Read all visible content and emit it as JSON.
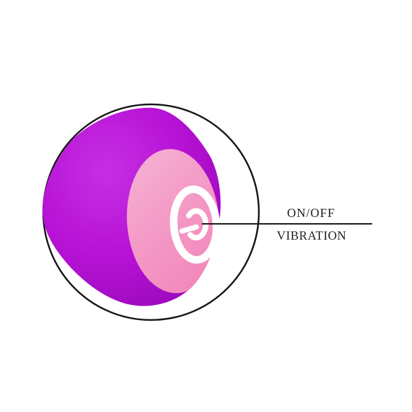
{
  "annotation": {
    "on_off_label": "ON/OFF",
    "vibration_label": "VIBRATION"
  },
  "icons": {
    "button_glyph": "power-icon",
    "callout": "callout-circle-icon",
    "pointer": "leader-line"
  },
  "colors": {
    "background": "#ffffff",
    "outline_black": "#161616",
    "label_text": "#222222",
    "body_purple_light": "#c62fe4",
    "body_purple": "#b712d5",
    "body_purple_dark": "#9a0abc",
    "face_pink_light": "#f6b5d5",
    "face_pink": "#f49cc8",
    "face_pink_deep": "#f28abc",
    "button_white": "#ffffff"
  }
}
